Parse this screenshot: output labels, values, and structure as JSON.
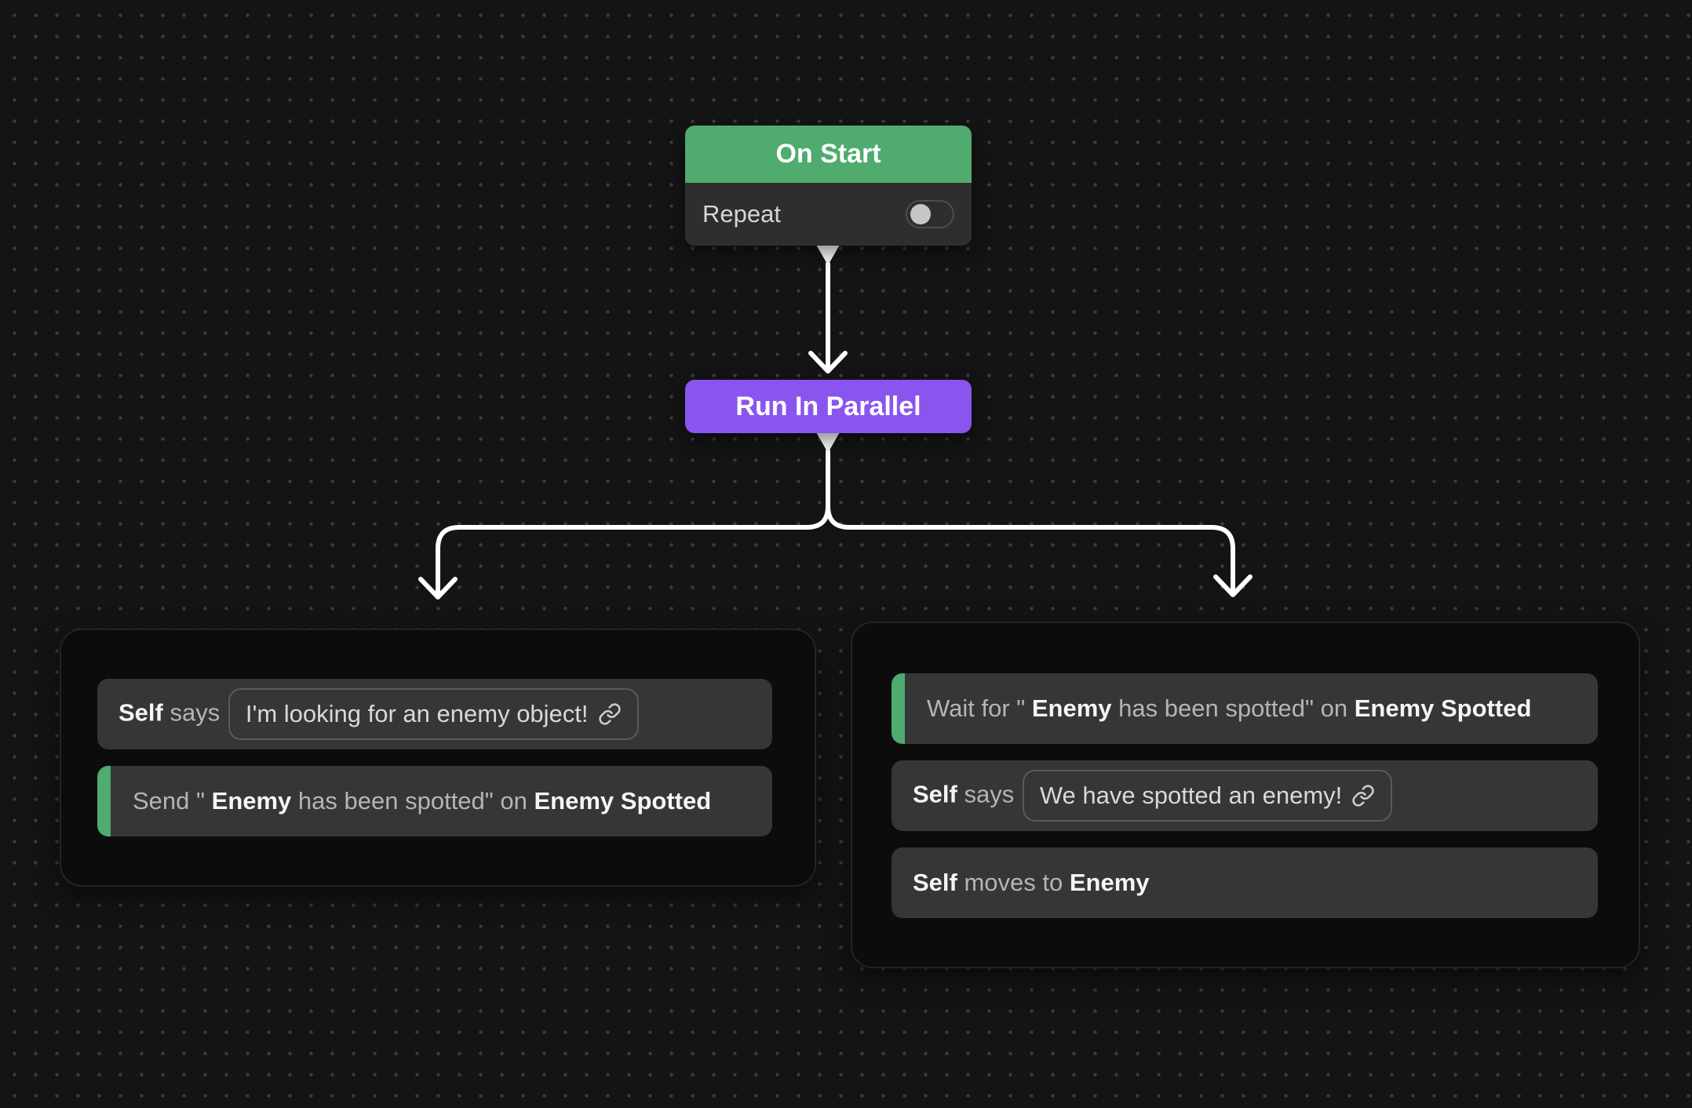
{
  "colors": {
    "background": "#141414",
    "grid_dot": "#3b3b3b",
    "accent_green": "#4fab6e",
    "accent_purple": "#8a55ef",
    "node_body": "#2e2e2e",
    "row_background": "#363636",
    "container_background": "#0c0c0c",
    "wire": "#ffffff"
  },
  "nodes": {
    "on_start": {
      "title": "On Start",
      "fields": [
        {
          "label": "Repeat",
          "control": "toggle",
          "value": "off"
        }
      ]
    },
    "run_in_parallel": {
      "title": "Run In Parallel"
    }
  },
  "branches": {
    "left": {
      "rows": [
        {
          "name": "say-action-row",
          "accent": false,
          "segments": [
            {
              "t": "Self",
              "b": true
            },
            {
              "t": " says ",
              "b": false
            },
            {
              "pill": {
                "text": "I'm looking for an enemy object!",
                "icon": "link-icon"
              }
            }
          ]
        },
        {
          "name": "send-event-row",
          "accent": true,
          "segments": [
            {
              "t": "Send \" ",
              "b": false
            },
            {
              "t": "Enemy",
              "b": true
            },
            {
              "t": " has been spotted\" on ",
              "b": false
            },
            {
              "t": "Enemy Spotted",
              "b": true
            }
          ]
        }
      ]
    },
    "right": {
      "rows": [
        {
          "name": "wait-event-row",
          "accent": true,
          "segments": [
            {
              "t": "Wait for \" ",
              "b": false
            },
            {
              "t": "Enemy",
              "b": true
            },
            {
              "t": " has been spotted\" on ",
              "b": false
            },
            {
              "t": "Enemy Spotted",
              "b": true
            }
          ]
        },
        {
          "name": "say-action-row",
          "accent": false,
          "segments": [
            {
              "t": "Self",
              "b": true
            },
            {
              "t": " says ",
              "b": false
            },
            {
              "pill": {
                "text": "We have spotted an enemy!",
                "icon": "link-icon"
              }
            }
          ]
        },
        {
          "name": "move-action-row",
          "accent": false,
          "segments": [
            {
              "t": "Self",
              "b": true
            },
            {
              "t": " moves to ",
              "b": false
            },
            {
              "t": "Enemy",
              "b": true
            }
          ]
        }
      ]
    }
  }
}
